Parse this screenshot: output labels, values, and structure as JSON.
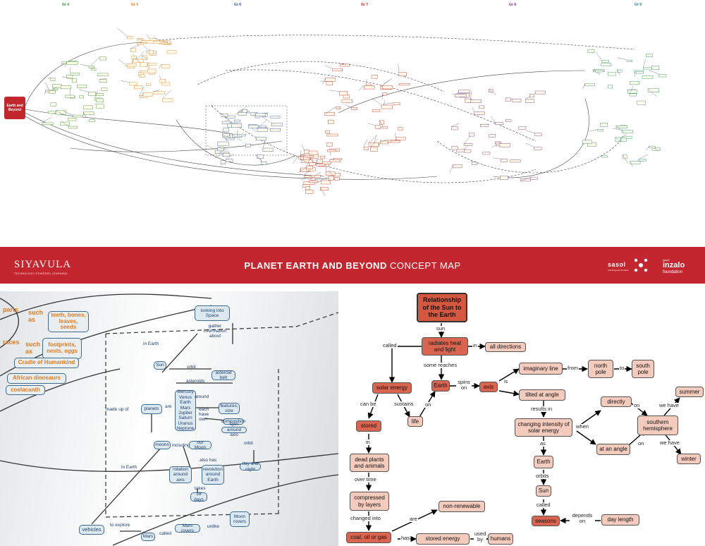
{
  "grades": [
    {
      "label": "Gr 4",
      "color": "#2e8b3a"
    },
    {
      "label": "Gr 5",
      "color": "#e07b22"
    },
    {
      "label": "Gr 6",
      "color": "#2a55a5"
    },
    {
      "label": "Gr 7",
      "color": "#c1272d"
    },
    {
      "label": "Gr 8",
      "color": "#7a2f8c"
    },
    {
      "label": "Gr 9",
      "color": "#1d8a7a"
    }
  ],
  "overview": {
    "start_label": "Earth and Beyond"
  },
  "banner": {
    "logo": "SIYAVULA",
    "logo_sub": "TECHNOLOGY-POWERED LEARNING",
    "title_bold": "PLANET EARTH AND BEYOND",
    "title_rest": " CONCEPT MAP",
    "sasol": "sasol",
    "sasol_sub": "reaching new frontiers",
    "inzalo_pre": "sasol",
    "inzalo": "inzalo",
    "inzalo_sub": "foundation"
  },
  "photo": {
    "orange": [
      "parts",
      "such as",
      "teeth, bones, leaves, seeds",
      "races",
      "such as",
      "footprints, nests, eggs",
      "Cradle of Humankind",
      "African dinosaurs",
      "coelacanth"
    ],
    "blue": [
      "looking into Space",
      "gather information about",
      "Sun",
      "orbit",
      "asteroid belt",
      "asteroids",
      "planets",
      "Mercury Venus Earth Mars Jupiter Saturn Uranus Neptune",
      "made up of",
      "are",
      "each have own",
      "features, size",
      "composition",
      "spin around axis",
      "moons",
      "including",
      "our Moon",
      "rotation around axis",
      "revolution around Earth",
      "takes",
      "28 days",
      "in Earth",
      "in Earth",
      "vehicles",
      "to explore",
      "Mars",
      "called",
      "Mars rovers",
      "unlike",
      "Moon rovers",
      "day and night",
      "also has",
      "orbit",
      "around"
    ]
  },
  "concept_map": {
    "nodes": {
      "root": "Relationship of the Sun to the Earth",
      "radiates": "radiates heat and light",
      "all_directions": "all directions",
      "solar_energy": "solar energy",
      "earth": "Earth",
      "axis": "axis",
      "imaginary_line": "imaginary line",
      "north_pole": "north pole",
      "south_pole": "south pole",
      "tilted": "tilted at angle",
      "life": "life",
      "stored": "stored",
      "dead_plants": "dead plants and animals",
      "compressed": "compressed by layers",
      "coal": "coal, oil or gas",
      "non_renewable": "non-renewable",
      "stored_energy": "stored energy",
      "humans": "humans",
      "changing": "changing intensity of solar energy",
      "earth2": "Earth",
      "sun2": "Sun",
      "seasons": "seasons",
      "day_length": "day length",
      "directly": "directly",
      "angle": "at an angle",
      "southern": "southern hemisphere",
      "summer": "summer",
      "winter": "winter"
    },
    "links": {
      "sun": "sun",
      "in": "in",
      "called": "called",
      "some_reaches": "some reaches",
      "spins_on": "spins on",
      "is": "is",
      "from": "from",
      "to": "to",
      "can_be": "can be",
      "sustains": "sustains",
      "on": "on",
      "in2": "in",
      "over_time": "over time",
      "changed_into": "changed into",
      "are": "are",
      "has": "has",
      "used_by": "used by",
      "results_in": "results in",
      "as": "as",
      "orbits": "orbits",
      "called2": "called",
      "depends_on": "depends on",
      "when": "when",
      "on2": "on",
      "on3": "on",
      "we_have": "we have",
      "we_have2": "we have"
    }
  }
}
